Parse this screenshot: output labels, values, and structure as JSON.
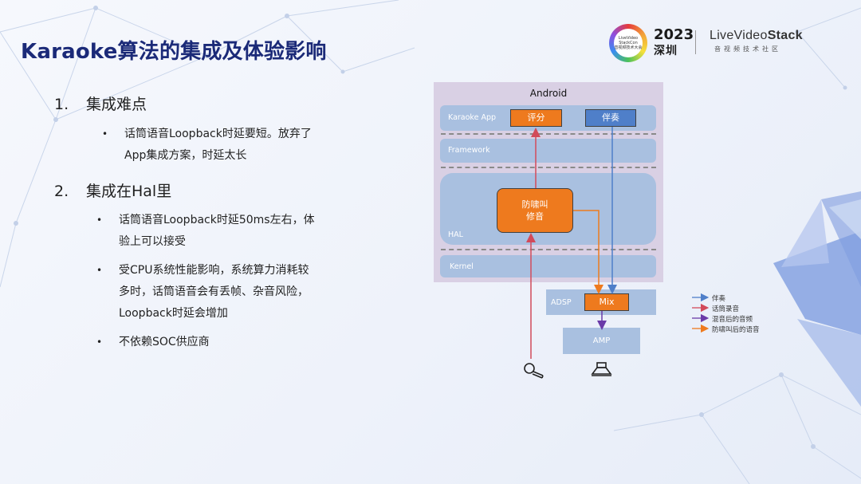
{
  "title": "Karaoke算法的集成及体验影响",
  "logo": {
    "badge_lines": [
      "LiveVideo",
      "StackCon",
      "音视频技术大会"
    ],
    "year": "2023",
    "city": "深圳",
    "brand_prefix": "LiveVideo",
    "brand_suffix": "Stack",
    "brand_sub": "音视频技术社区"
  },
  "sections": [
    {
      "num": "1.",
      "heading": "集成难点",
      "bullets": [
        [
          "话筒语音Loopback时延要短。放弃了",
          "App集成方案，时延太长"
        ]
      ]
    },
    {
      "num": "2.",
      "heading": "集成在Hal里",
      "bullets": [
        [
          "话筒语音Loopback时延50ms左右，体",
          "验上可以接受"
        ],
        [
          "受CPU系统性能影响，系统算力消耗较",
          "多时，话筒语音会有丢帧、杂音风险，",
          "Loopback时延会增加"
        ],
        [
          "不依赖SOC供应商"
        ]
      ]
    }
  ],
  "bullet_symbol": "•",
  "diagram": {
    "android": "Android",
    "layers": {
      "app": "Karaoke App",
      "framework": "Framework",
      "hal": "HAL",
      "kernel": "Kernel",
      "adsp": "ADSP",
      "amp": "AMP"
    },
    "boxes": {
      "score": "评分",
      "accompany": "伴奏",
      "howl_line1": "防啸叫",
      "howl_line2": "修音",
      "mix": "Mix"
    },
    "legend": [
      {
        "label": "伴奏",
        "color": "#4f7fc9"
      },
      {
        "label": "话筒录音",
        "color": "#d24a5a"
      },
      {
        "label": "混音后的音频",
        "color": "#6a3aa8"
      },
      {
        "label": "防啸叫后的语音",
        "color": "#ee7a1e"
      }
    ],
    "colors": {
      "orange": "#ee7a1e",
      "blue": "#4f7fc9",
      "red": "#d24a5a",
      "purple": "#6a3aa8",
      "layer": "#a9c0e0",
      "android_bg": "#d9d0e4"
    },
    "icons": {
      "mic": "microphone-icon",
      "speaker": "speaker-icon"
    }
  }
}
